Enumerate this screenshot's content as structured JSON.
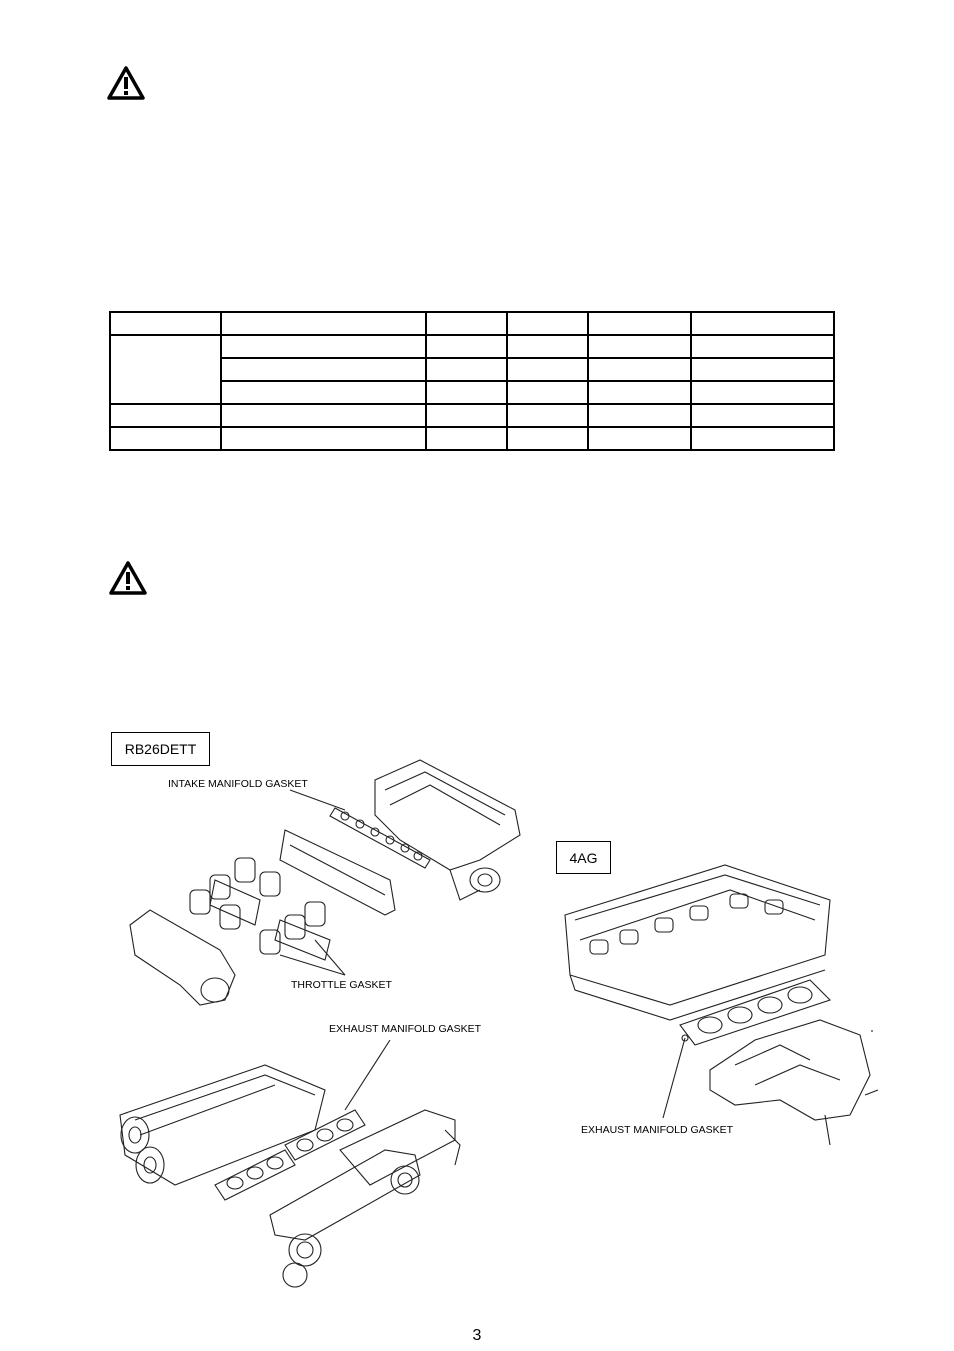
{
  "warning_icon_1": "warning-triangle-icon",
  "warning_icon_2": "warning-triangle-icon",
  "spec_table": {
    "rows": [
      [
        "",
        "",
        "",
        "",
        "",
        ""
      ],
      [
        "",
        "",
        "",
        "",
        "",
        ""
      ],
      [
        "",
        "",
        "",
        "",
        "",
        ""
      ],
      [
        "",
        "",
        "",
        "",
        "",
        ""
      ],
      [
        "",
        "",
        "",
        "",
        "",
        ""
      ],
      [
        "",
        "",
        "",
        "",
        "",
        ""
      ]
    ]
  },
  "figure_rb26": {
    "label": "RB26DETT",
    "intake_callout": "INTAKE MANIFOLD GASKET",
    "throttle_callout": "THROTTLE GASKET",
    "exhaust_callout": "EXHAUST MANIFOLD GASKET"
  },
  "figure_4ag": {
    "label": "4AG",
    "exhaust_callout": "EXHAUST MANIFOLD GASKET"
  },
  "page_number": "3"
}
